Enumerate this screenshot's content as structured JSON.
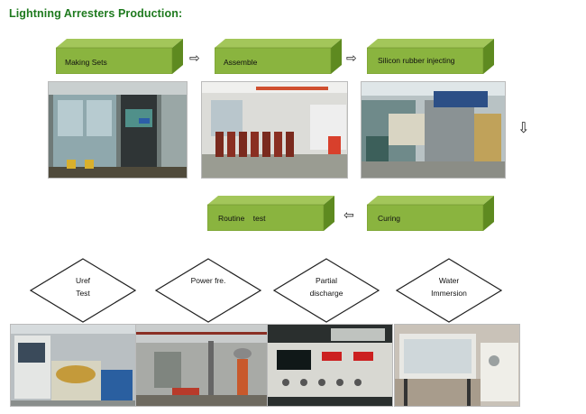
{
  "title": "Lightning Arresters Production:",
  "steps": [
    {
      "label": "Making Sets"
    },
    {
      "label": "Assemble"
    },
    {
      "label": "Silicon rubber injecting"
    },
    {
      "label": "Curing"
    },
    {
      "label": "Routine    test"
    }
  ],
  "arrows": {
    "right": "⇨",
    "down": "⇩",
    "left": "⇦"
  },
  "tests": [
    {
      "line1": "Uref",
      "line2": "Test"
    },
    {
      "line1": "Power fre.",
      "line2": ""
    },
    {
      "line1": "Partial",
      "line2": "discharge"
    },
    {
      "line1": "Water",
      "line2": "Immersion"
    }
  ]
}
